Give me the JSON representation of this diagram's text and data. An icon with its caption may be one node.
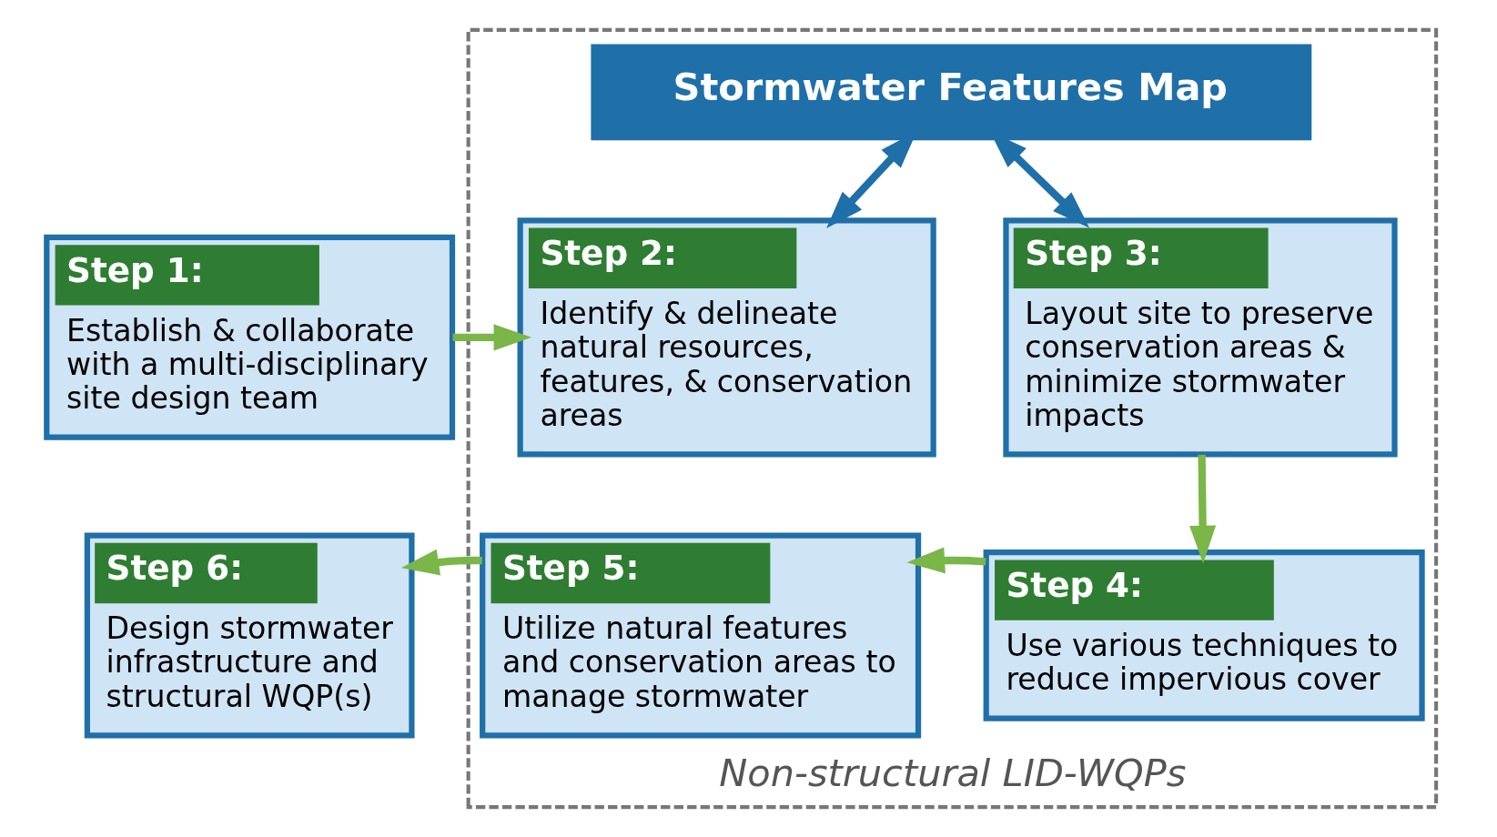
{
  "diagram": {
    "nodes": [
      {
        "text": [
          "Step 1:",
          "Establish & collaborate with a multi-disciplinary site design team"
        ]
      },
      {
        "text": [
          "Non-structural LID-WQPs"
        ]
      },
      {
        "text": [
          "Stormwater Features Map"
        ],
        "in": 1
      },
      {
        "text": [
          "Step 2:",
          "Identify & delineate natural resources, features, & conservation areas"
        ],
        "in": 1
      },
      {
        "text": [
          "Step 3:",
          "Layout site to preserve conservation areas & minimize stormwater impacts"
        ],
        "in": 1
      },
      {
        "text": [
          "Step 6:",
          "Design stormwater infrastructure and structural WQP(s)"
        ]
      },
      {
        "text": [
          "Step 5:",
          "Utilize natural features and conservation areas to manage stormwater"
        ],
        "in": 1
      },
      {
        "text": [
          "Step 4:",
          "Use various techniques to reduce impervious cover"
        ],
        "in": 1
      }
    ],
    "edges": [
      {
        "from": 0,
        "to": 3,
        "arrow": "to"
      },
      {
        "from": 2,
        "to": 3,
        "arrow": "both",
        "color": "#1f6fa8"
      },
      {
        "from": 2,
        "to": 4,
        "arrow": "both",
        "color": "#1f6fa8"
      },
      {
        "from": 4,
        "to": 7,
        "arrow": "to"
      },
      {
        "from": 7,
        "to": 6,
        "arrow": "to"
      },
      {
        "from": 6,
        "to": 5,
        "arrow": "to"
      }
    ]
  }
}
